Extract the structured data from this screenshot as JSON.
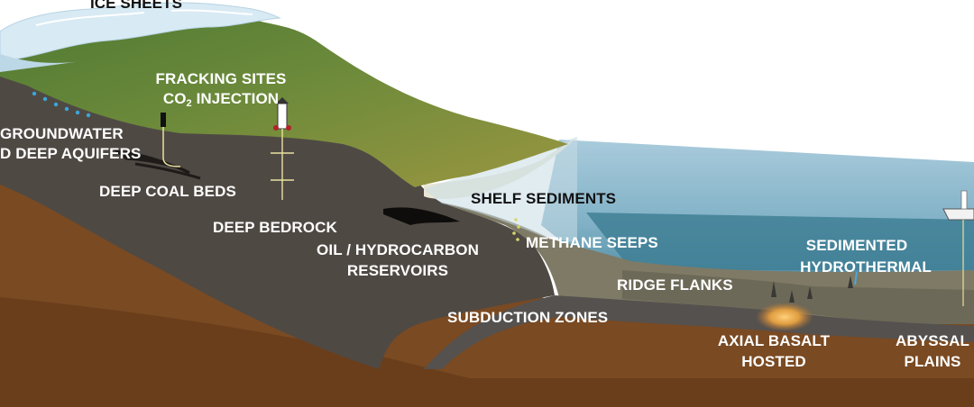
{
  "labels": {
    "ice_sheets": "ICE SHEETS",
    "fracking_sites": "FRACKING SITES",
    "co2_prefix": "CO",
    "co2_subscript": "2",
    "co2_suffix": " INJECTION",
    "groundwater_line1": "GROUNDWATER",
    "groundwater_line2": "D DEEP AQUIFERS",
    "deep_coal_beds": "DEEP COAL BEDS",
    "deep_bedrock": "DEEP BEDROCK",
    "oil_line1": "OIL / HYDROCARBON",
    "oil_line2": "RESERVOIRS",
    "shelf_sediments": "SHELF SEDIMENTS",
    "methane_seeps": "METHANE SEEPS",
    "sedimented_line1": "SEDIMENTED",
    "sedimented_line2": "HYDROTHERMAL",
    "ridge_flanks": "RIDGE FLANKS",
    "subduction_zones": "SUBDUCTION ZONES",
    "axial_line1": "AXIAL BASALT",
    "axial_line2": "HOSTED",
    "abyssal_line1": "ABYSSAL",
    "abyssal_line2": "PLAINS"
  },
  "colors": {
    "ice": "#d8eaf4",
    "land_green": "#6e8a3a",
    "land_olive": "#8c8f3c",
    "bedrock_dark": "#4f4944",
    "basement_brown": "#7a4a22",
    "ocean_light": "#9cc3d6",
    "ocean_deep": "#3f7f95",
    "shelf_sand": "#e9e6d6",
    "seafloor_sediment": "#7e7a66",
    "subducting_slab": "#55514e",
    "magma": "#f0a640",
    "label_white": "#ffffff",
    "label_black": "#111111"
  }
}
